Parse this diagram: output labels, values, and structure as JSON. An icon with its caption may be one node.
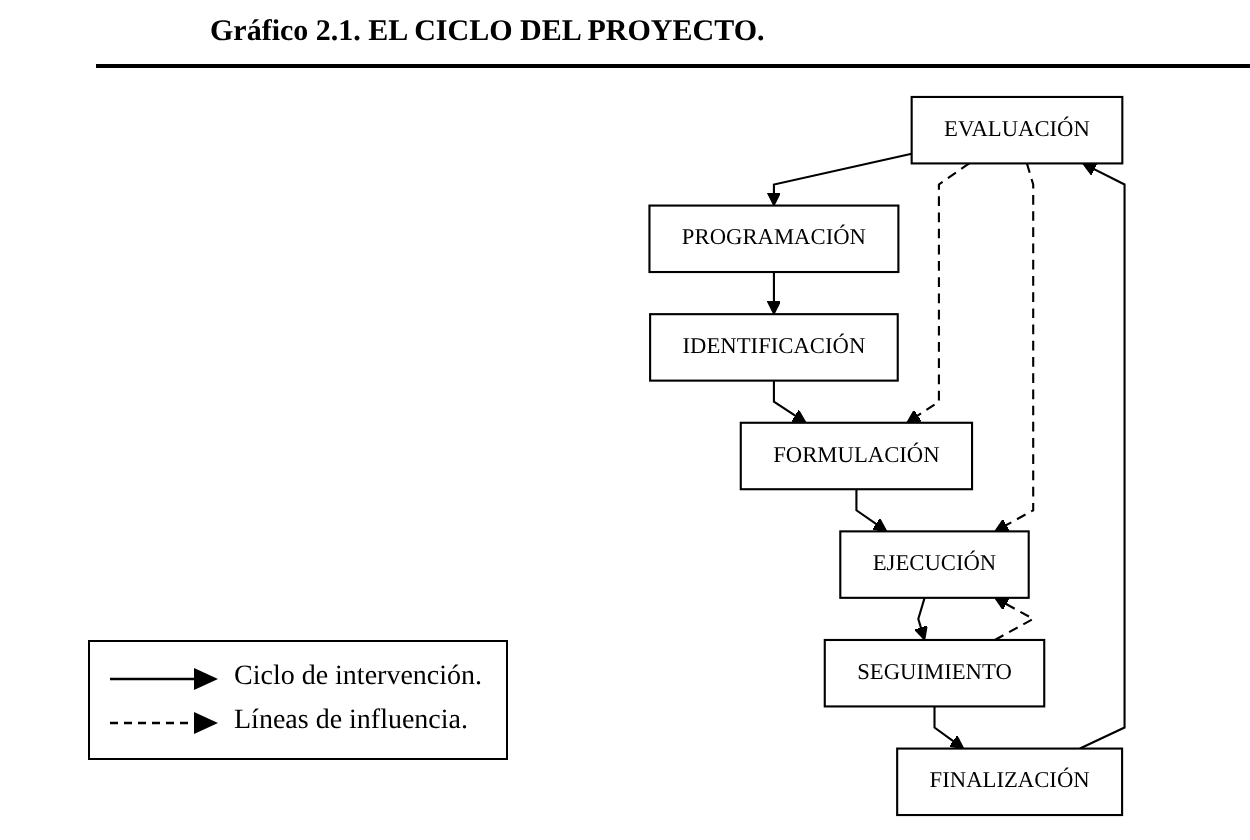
{
  "diagram": {
    "title": "Gráfico 2.1. EL CICLO DEL PROYECTO.",
    "nodes": [
      {
        "text": [
          "EVALUACIÓN"
        ]
      },
      {
        "text": [
          "FINALIZACIÓN"
        ]
      },
      {
        "text": [
          "PROGRAMACIÓN"
        ]
      },
      {
        "text": [
          "SEGUIMIENTO"
        ]
      },
      {
        "text": [
          "IDENTIFICACIÓN"
        ]
      },
      {
        "text": [
          "EJECUCIÓN"
        ]
      },
      {
        "text": [
          "FORMULACIÓN"
        ]
      }
    ],
    "edges": [
      {
        "from": 1,
        "to": 0,
        "arrow": "to"
      },
      {
        "from": 0,
        "to": 2,
        "arrow": "to"
      },
      {
        "from": 2,
        "to": 4,
        "arrow": "to"
      },
      {
        "from": 4,
        "to": 6,
        "arrow": "to"
      },
      {
        "from": 6,
        "to": 5,
        "arrow": "to"
      },
      {
        "from": 5,
        "to": 3,
        "arrow": "to"
      },
      {
        "from": 3,
        "to": 1,
        "arrow": "to"
      },
      {
        "from": 0,
        "to": 6,
        "arrow": "to",
        "style": "dashed"
      },
      {
        "from": 0,
        "to": 5,
        "arrow": "to",
        "style": "dashed"
      },
      {
        "from": 3,
        "to": 5,
        "arrow": "to",
        "style": "dashed"
      }
    ],
    "legend": [
      {
        "text": "Ciclo de intervención."
      },
      {
        "text": "Líneas de influencia."
      }
    ]
  }
}
